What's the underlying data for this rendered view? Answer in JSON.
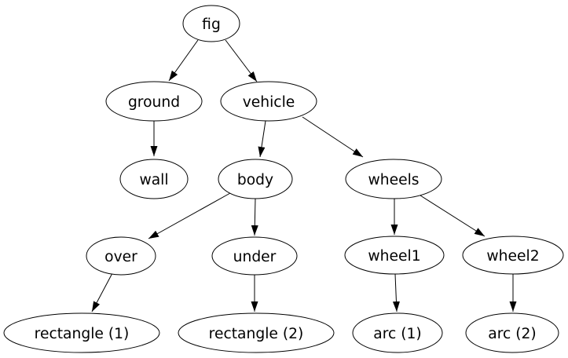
{
  "diagram": {
    "type": "directed-graph",
    "background_color": "#ffffff",
    "node_fill": "#ffffff",
    "node_stroke": "#000000",
    "edge_color": "#000000",
    "text_color": "#000000",
    "nodes": {
      "fig": {
        "label": "fig"
      },
      "ground": {
        "label": "ground"
      },
      "vehicle": {
        "label": "vehicle"
      },
      "wall": {
        "label": "wall"
      },
      "body": {
        "label": "body"
      },
      "wheels": {
        "label": "wheels"
      },
      "over": {
        "label": "over"
      },
      "under": {
        "label": "under"
      },
      "wheel1": {
        "label": "wheel1"
      },
      "wheel2": {
        "label": "wheel2"
      },
      "rectangle1": {
        "label": "rectangle (1)"
      },
      "rectangle2": {
        "label": "rectangle (2)"
      },
      "arc1": {
        "label": "arc (1)"
      },
      "arc2": {
        "label": "arc (2)"
      }
    },
    "edges": [
      {
        "from": "fig",
        "to": "ground"
      },
      {
        "from": "fig",
        "to": "vehicle"
      },
      {
        "from": "ground",
        "to": "wall"
      },
      {
        "from": "vehicle",
        "to": "body"
      },
      {
        "from": "vehicle",
        "to": "wheels"
      },
      {
        "from": "body",
        "to": "over"
      },
      {
        "from": "body",
        "to": "under"
      },
      {
        "from": "wheels",
        "to": "wheel1"
      },
      {
        "from": "wheels",
        "to": "wheel2"
      },
      {
        "from": "over",
        "to": "rectangle1"
      },
      {
        "from": "under",
        "to": "rectangle2"
      },
      {
        "from": "wheel1",
        "to": "arc1"
      },
      {
        "from": "wheel2",
        "to": "arc2"
      }
    ]
  }
}
